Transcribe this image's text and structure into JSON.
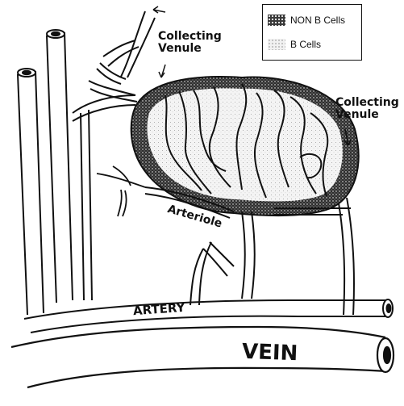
{
  "legend": {
    "non_b_label": "NON B Cells",
    "b_label": "B Cells"
  },
  "labels": {
    "collecting_venule_top": "Collecting Venule",
    "collecting_venule_right": "Collecting Venule",
    "arteriole": "Arteriole",
    "artery": "ARTERY",
    "vein": "VEIN"
  },
  "colors": {
    "ink": "#111111",
    "non_b_fill": "#3a3a3a",
    "b_fill": "#f1f1f1"
  }
}
